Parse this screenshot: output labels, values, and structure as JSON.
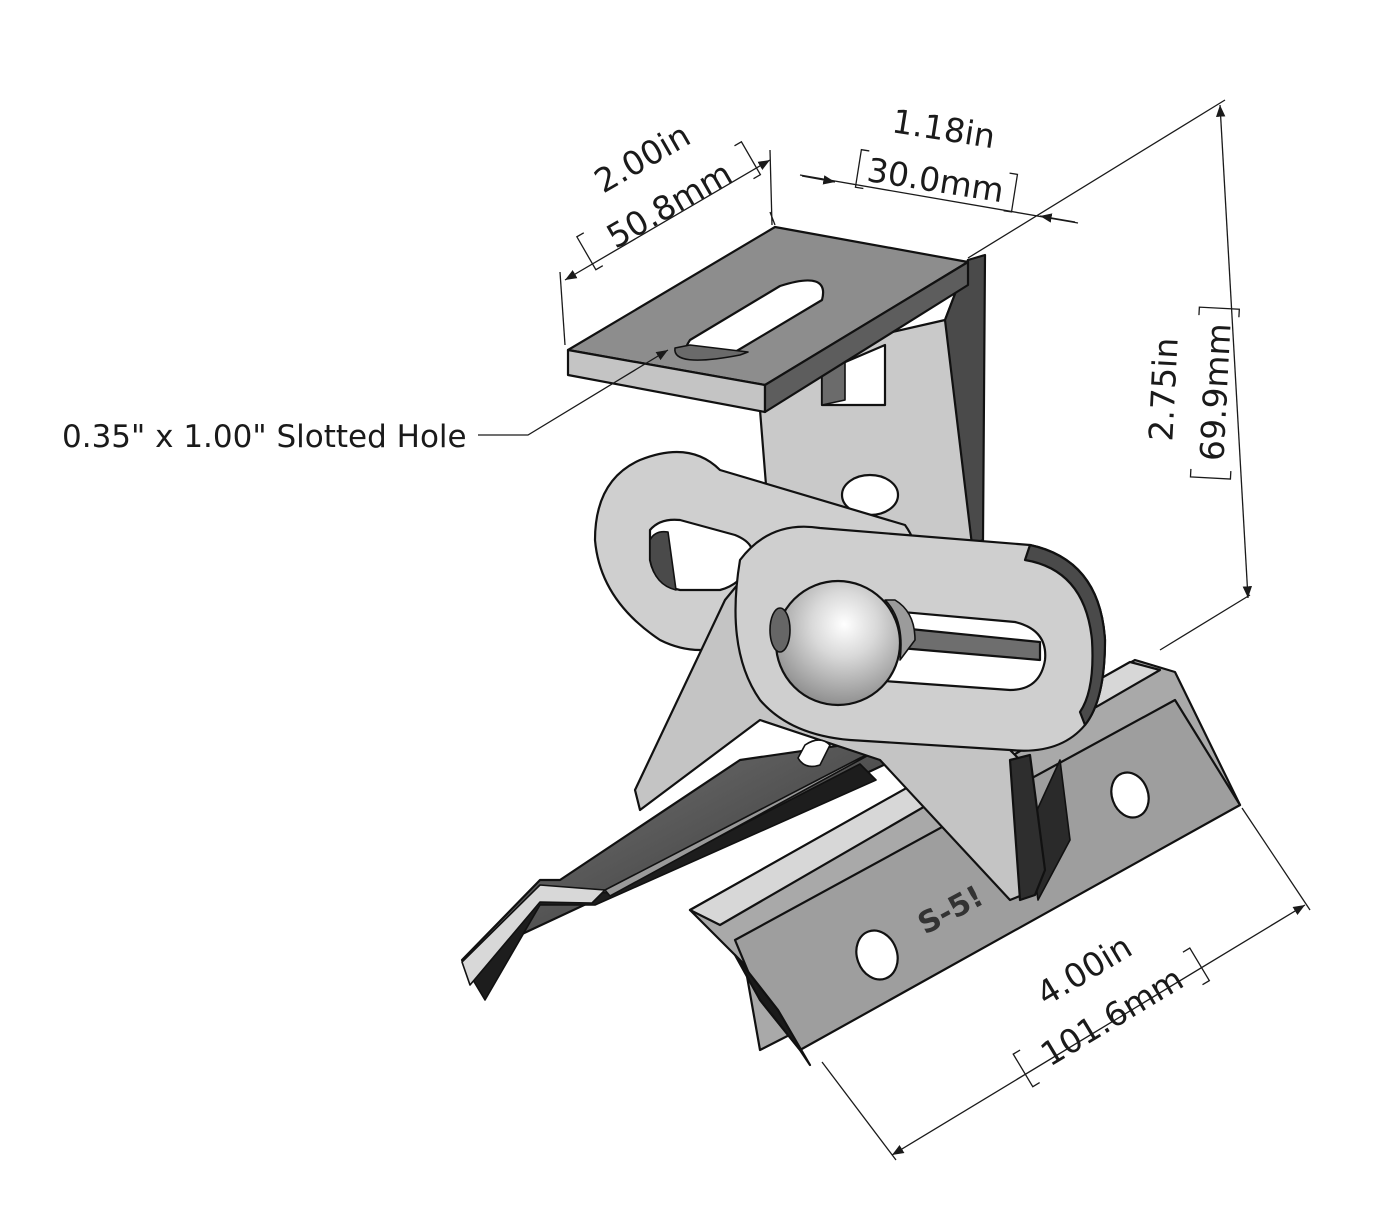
{
  "callout": {
    "slot_label": "0.35\" x 1.00\" Slotted Hole"
  },
  "dimensions": {
    "width_top": {
      "inches": "2.00in",
      "mm": "50.8mm"
    },
    "depth_top": {
      "inches": "1.18in",
      "mm": "30.0mm"
    },
    "height": {
      "inches": "2.75in",
      "mm": "69.9mm"
    },
    "length_base": {
      "inches": "4.00in",
      "mm": "101.6mm"
    }
  },
  "logo": {
    "text": "S-5!"
  },
  "colors": {
    "ink": "#111111",
    "metal_light": "#cfcfcf",
    "metal_mid": "#9a9a9a",
    "metal_dark": "#555555",
    "bolt": "#bcbcbc"
  },
  "icons": {
    "bolt": "round-head-bolt-icon",
    "logo": "s5-logo-icon"
  }
}
